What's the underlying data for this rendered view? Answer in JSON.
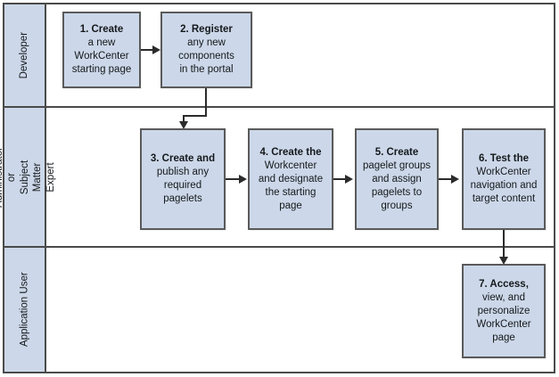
{
  "diagram": {
    "type": "swimlane-flowchart",
    "colors": {
      "node_fill": "#ccd8e9",
      "node_border": "#5a5a5a",
      "lane_header_fill": "#ccd8e9",
      "frame_border": "#4a4a4a",
      "connector": "#2b2b2b",
      "background": "#ffffff",
      "text": "#15181c"
    },
    "lanes": [
      {
        "label": "Developer"
      },
      {
        "label": "Administrator or\nSubject Matter Expert"
      },
      {
        "label": "Application User"
      }
    ],
    "nodes": [
      {
        "id": "step1",
        "lane": 0,
        "number": "1.",
        "text": "Create a new WorkCenter starting page",
        "lines": [
          "1. Create",
          "a new",
          "WorkCenter",
          "starting page"
        ]
      },
      {
        "id": "step2",
        "lane": 0,
        "number": "2.",
        "text": "Register any new components in the portal",
        "lines": [
          "2. Register",
          "any new",
          "components",
          "in the portal"
        ]
      },
      {
        "id": "step3",
        "lane": 1,
        "number": "3.",
        "text": "Create and publish any required pagelets",
        "lines": [
          "3. Create and",
          "publish any",
          "required",
          "pagelets"
        ]
      },
      {
        "id": "step4",
        "lane": 1,
        "number": "4.",
        "text": "Create the Workcenter and designate the starting page",
        "lines": [
          "4. Create the",
          "Workcenter",
          "and designate",
          "the starting",
          "page"
        ]
      },
      {
        "id": "step5",
        "lane": 1,
        "number": "5.",
        "text": "Create pagelet groups and assign pagelets to groups",
        "lines": [
          "5. Create",
          "pagelet groups",
          "and assign",
          "pagelets to",
          "groups"
        ]
      },
      {
        "id": "step6",
        "lane": 1,
        "number": "6.",
        "text": "Test the WorkCenter navigation and target content",
        "lines": [
          "6. Test the",
          "WorkCenter",
          "navigation and",
          "target content"
        ]
      },
      {
        "id": "step7",
        "lane": 2,
        "number": "7.",
        "text": "Access, view, and personalize WorkCenter page",
        "lines": [
          "7. Access,",
          "view, and",
          "personalize",
          "WorkCenter",
          "page"
        ]
      }
    ],
    "connectors": [
      {
        "from": "step1",
        "to": "step2",
        "kind": "horizontal-arrow"
      },
      {
        "from": "step2",
        "to": "step3",
        "kind": "elbow-down-arrow"
      },
      {
        "from": "step3",
        "to": "step4",
        "kind": "horizontal-arrow"
      },
      {
        "from": "step4",
        "to": "step5",
        "kind": "horizontal-arrow"
      },
      {
        "from": "step5",
        "to": "step6",
        "kind": "horizontal-arrow"
      },
      {
        "from": "step6",
        "to": "step7",
        "kind": "vertical-down-arrow"
      }
    ]
  }
}
